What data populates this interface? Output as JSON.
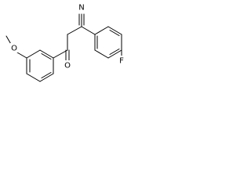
{
  "molecule": {
    "atoms": {
      "nitrile_n": "N",
      "ketone_o": "O",
      "methoxy_o": "O",
      "fluorine": "F"
    }
  },
  "colors": {
    "bond": "#000000",
    "background": "#ffffff"
  }
}
